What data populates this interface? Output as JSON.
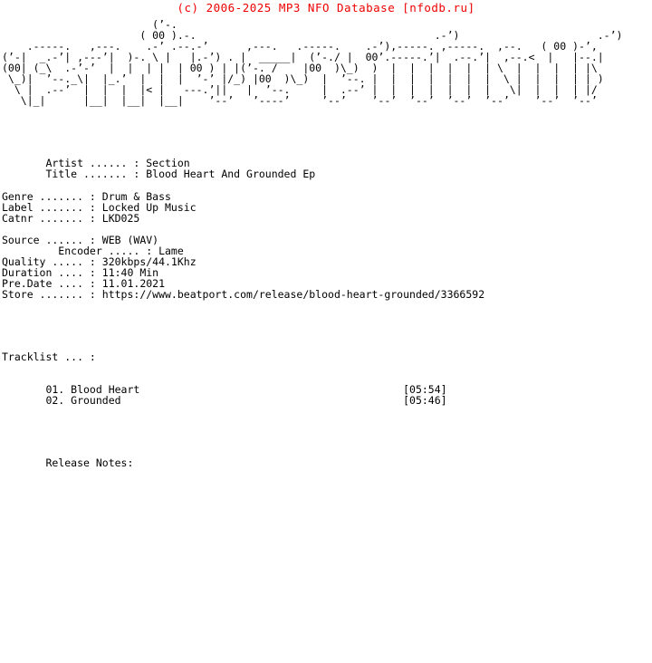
{
  "header": {
    "copyright_line": "(c) 2006-2025 MP3 NFO Database [nfodb.ru]",
    "accent_color": "#ee0000"
  },
  "logo": {
    "name": "mp3-nfo-ascii-logo",
    "ascii": "                        (’-.\n                      ( 00 ).-.                                      .-’)                      .-’)\n    .-----.   ,---.    .-’ .--.-’      ,---.   .-----.    .-’),-----. ,-----.  ,--.   ( 00 )-’,\n(’-|  _.-’| ,---’|  )-. \\ |   |.-’) . |  _____|  (’-./ |  00’.-----.’|  .--.’|  ,--.<  |   |--.|\n(00| (_\\  .-’-’  |  |  | |  | 00 ) | |(’-. /    |00  )\\_)  )  |  |  |  |  |  | \\  |  |  |  | |\\\n \\_)|  ’--._\\|  |_.’  |  |  |  ’-’ |/_) |00  )\\_)  |  ’--. |  |  |  |  |  |  |  \\ |  |  |  | | )\n  \\ |  .--’  |  |  |  |< |   ---.’||   |  ’--.     |  .--’ |  |  |  |  |  |  |   \\|  |  |  | |/\n   \\|_|      |__|  |__|  |__|    ’--’   ’----’     ’--’    ’--’  ’--’  ’--’  ’--’    ’--’  ’--’"
  },
  "fields": [
    {
      "label": "Artist",
      "dots": "......",
      "value": "Section",
      "indent": 7
    },
    {
      "label": "Title",
      "dots": ".......",
      "value": "Blood Heart And Grounded Ep",
      "indent": 7
    }
  ],
  "fields2": [
    {
      "label": "Genre",
      "dots": ".......",
      "value": "Drum & Bass",
      "indent": 0
    },
    {
      "label": "Label",
      "dots": ".......",
      "value": "Locked Up Music",
      "indent": 0
    },
    {
      "label": "Catnr",
      "dots": ".......",
      "value": "LKD025",
      "indent": 0
    }
  ],
  "fields3": [
    {
      "label": "Source",
      "dots": "......",
      "value": "WEB (WAV)",
      "indent": 0
    },
    {
      "label": "Encoder",
      "dots": ".....",
      "value": "Lame",
      "indent": 9
    },
    {
      "label": "Quality",
      "dots": ".....",
      "value": "320kbps/44.1Khz",
      "indent": 0
    },
    {
      "label": "Duration",
      "dots": "....",
      "value": "11:40 Min",
      "indent": 0
    },
    {
      "label": "Pre.Date",
      "dots": "....",
      "value": "11.01.2021",
      "indent": 0
    },
    {
      "label": "Store",
      "dots": ".......",
      "value": "https://www.beatport.com/release/blood-heart-grounded/3366592",
      "indent": 0
    }
  ],
  "tracklist": {
    "heading": "Tracklist ... :",
    "tracks": [
      {
        "num": "01.",
        "title": "Blood Heart",
        "time": "[05:54]"
      },
      {
        "num": "02.",
        "title": "Grounded",
        "time": "[05:46]"
      }
    ]
  },
  "release_notes": {
    "heading": "Release Notes:",
    "body": ""
  },
  "rendered": {
    "meta_block": "       Artist ...... : Section\n       Title ....... : Blood Heart And Grounded Ep\n\nGenre ....... : Drum & Bass\nLabel ....... : Locked Up Music\nCatnr ....... : LKD025\n\nSource ...... : WEB (WAV)\n         Encoder ..... : Lame\nQuality ..... : 320kbps/44.1Khz\nDuration .... : 11:40 Min\nPre.Date .... : 11.01.2021\nStore ....... : https://www.beatport.com/release/blood-heart-grounded/3366592",
    "tracklist_block": "Tracklist ... :\n\n\n       01. Blood Heart                                          [05:54]\n       02. Grounded                                             [05:46]",
    "notes_block": "       Release Notes:"
  }
}
